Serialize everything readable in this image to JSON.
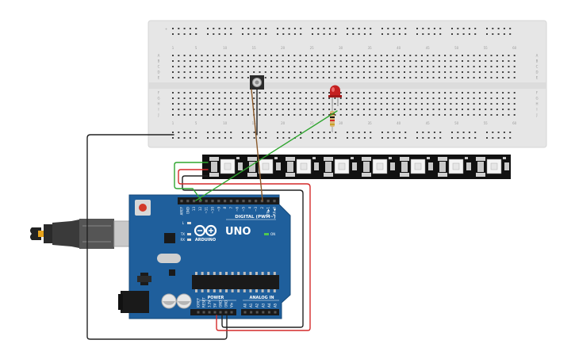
{
  "breadboard": {
    "column_numbers": [
      "1",
      "5",
      "10",
      "15",
      "20",
      "25",
      "30",
      "35",
      "40",
      "45",
      "50",
      "55",
      "60"
    ],
    "row_letters_top": [
      "A",
      "B",
      "C",
      "D",
      "E"
    ],
    "row_letters_bottom": [
      "F",
      "G",
      "H",
      "I",
      "J"
    ]
  },
  "arduino": {
    "brand": "ARDUINO",
    "model": "UNO",
    "digital_label": "DIGITAL (PWM~)",
    "power_label": "POWER",
    "analog_label": "ANALOG IN",
    "on_label": "ON",
    "led_labels": [
      "L",
      "TX",
      "RX"
    ],
    "header_pins_top": [
      "AREF",
      "GND",
      "13",
      "12",
      "~11",
      "~10",
      "~9",
      "8",
      "7",
      "~6",
      "~5",
      "4",
      "~3",
      "2",
      "TX▶1",
      "RX◀0"
    ],
    "power_pins": [
      "IOREF",
      "RESET",
      "3.3V",
      "5V",
      "GND",
      "GND",
      "Vin"
    ],
    "analog_pins": [
      "A0",
      "A1",
      "A2",
      "A3",
      "A4",
      "A5"
    ]
  },
  "colors": {
    "breadboard": "#e6e6e6",
    "arduino": "#1f5f9c",
    "led_strip": "#111111",
    "wire_green": "#2fa52f",
    "wire_red": "#d42a2a",
    "wire_black": "#222222",
    "wire_brown": "#8b5a2b"
  }
}
